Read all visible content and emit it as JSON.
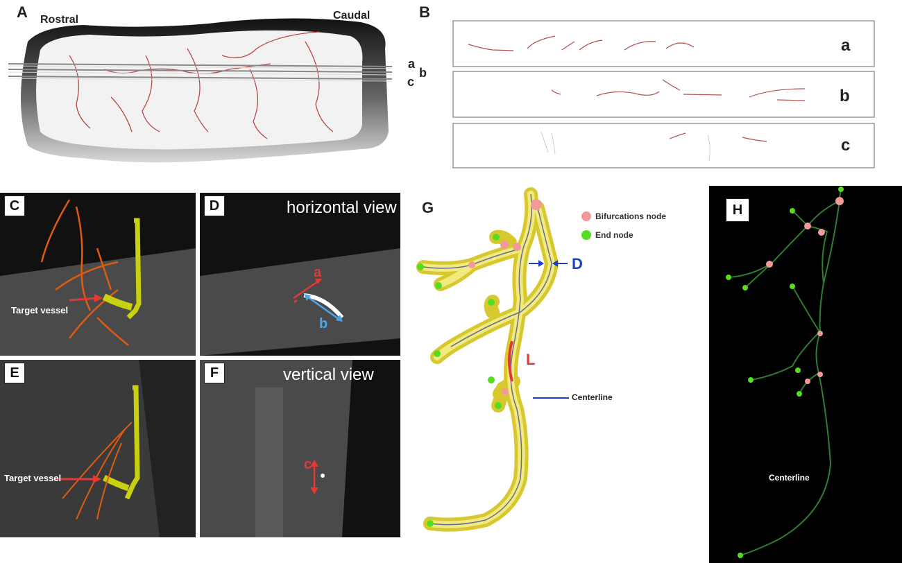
{
  "panelA": {
    "label": "A",
    "rostral": "Rostral",
    "caudal": "Caudal",
    "slice_labels": [
      "a",
      "b",
      "c"
    ]
  },
  "panelB": {
    "label": "B",
    "rows": [
      "a",
      "b",
      "c"
    ]
  },
  "panelC": {
    "label": "C",
    "annotation": "Target vessel"
  },
  "panelD": {
    "label": "D",
    "title": "horizontal view",
    "arrow_a": "a",
    "arrow_b": "b"
  },
  "panelE": {
    "label": "E",
    "annotation": "Target vessel"
  },
  "panelF": {
    "label": "F",
    "title": "vertical view",
    "arrow_c": "c"
  },
  "panelG": {
    "label": "G",
    "legend_bifurcation": "Bifurcations node",
    "legend_end": "End  node",
    "diameter": "D",
    "length": "L",
    "centerline": "Centerline"
  },
  "panelH": {
    "label": "H",
    "centerline": "Centerline"
  },
  "colors": {
    "vessel_red": "#c0392b",
    "vessel_yellow": "#e8e060",
    "bifurcation_node": "#f29a9a",
    "end_node": "#55dd22",
    "skeleton_green": "#2e7d32",
    "annotation_red": "#e53935",
    "annotation_blue": "#1a3dcc",
    "arrow_lightblue": "#4aa8e8"
  }
}
